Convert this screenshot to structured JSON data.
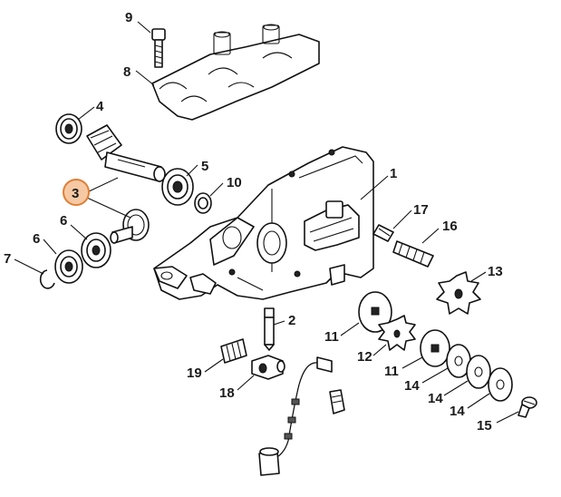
{
  "labels": {
    "p1": "1",
    "p2": "2",
    "p3": "3",
    "p4": "4",
    "p5": "5",
    "p6a": "6",
    "p6b": "6",
    "p7": "7",
    "p8": "8",
    "p9": "9",
    "p10": "10",
    "p11a": "11",
    "p11b": "11",
    "p12": "12",
    "p13": "13",
    "p14a": "14",
    "p14b": "14",
    "p14c": "14",
    "p15": "15",
    "p16": "16",
    "p17": "17",
    "p18": "18",
    "p19": "19"
  },
  "highlight": {
    "label": "3",
    "ring_color": "#f6c9a4",
    "ring_border": "#e07f35"
  }
}
